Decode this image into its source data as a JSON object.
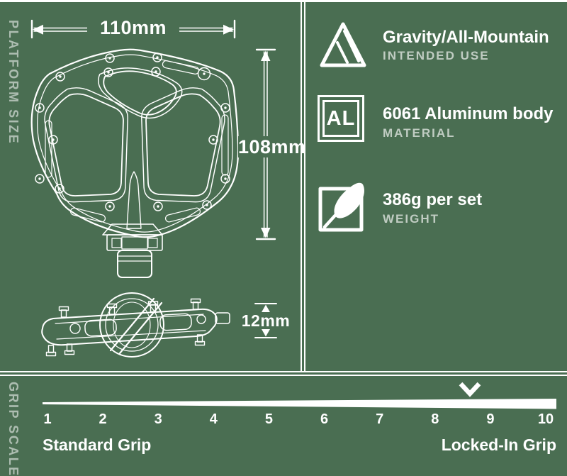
{
  "colors": {
    "background": "#4a6e52",
    "foreground": "#ffffff",
    "muted_text": "rgba(255,255,255,0.6)"
  },
  "platform_panel": {
    "side_label": "PLATFORM SIZE",
    "width_dimension": "110mm",
    "height_dimension": "108mm",
    "thickness_dimension": "12mm"
  },
  "specs_panel": {
    "items": [
      {
        "icon": "mountain-icon",
        "value": "Gravity/All-Mountain",
        "label": "INTENDED USE"
      },
      {
        "icon": "aluminum-al-icon",
        "al_text": "AL",
        "value": "6061 Aluminum body",
        "label": "MATERIAL"
      },
      {
        "icon": "feather-icon",
        "value": "386g per set",
        "label": "WEIGHT"
      }
    ]
  },
  "grip_scale": {
    "side_label": "GRIP SCALE",
    "ticks": [
      "1",
      "2",
      "3",
      "4",
      "5",
      "6",
      "7",
      "8",
      "9",
      "10"
    ],
    "marker_value": 8.6,
    "left_label": "Standard Grip",
    "right_label": "Locked-In Grip"
  }
}
